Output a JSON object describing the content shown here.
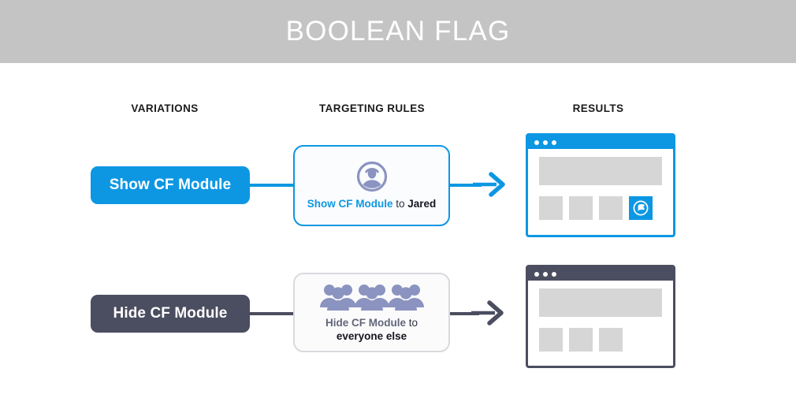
{
  "header": {
    "title": "BOOLEAN FLAG",
    "background_color": "#c4c4c4",
    "text_color": "#ffffff"
  },
  "columns": {
    "variations_label": "VARIATIONS",
    "targeting_label": "TARGETING RULES",
    "results_label": "RESULTS"
  },
  "colors": {
    "accent_blue": "#0d97e3",
    "dark_slate": "#4b4d60",
    "icon_purple": "#8b93c0",
    "placeholder_gray": "#d6d6d6",
    "header_gray": "#c4c4c4"
  },
  "rows": [
    {
      "variation": {
        "label": "Show CF Module",
        "color": "#0d97e3",
        "state": "on"
      },
      "rule": {
        "icon": "single-user-icon",
        "rule_value": "Show CF Module",
        "rule_connector": " to ",
        "rule_target": "Jared",
        "border_color": "#0d97e3"
      },
      "arrow": {
        "icon": "arrow-right-icon",
        "color": "#0d97e3"
      },
      "result": {
        "titlebar_color": "#0d97e3",
        "dot_count": 3,
        "tile_count": 4,
        "cf_module_visible": true,
        "cf_icon": "cf-flag-icon"
      }
    },
    {
      "variation": {
        "label": "Hide CF Module",
        "color": "#4b4d60",
        "state": "off"
      },
      "rule": {
        "icon": "crowd-of-people-icon",
        "rule_value": "Hide CF Module",
        "rule_connector": " to",
        "rule_target": "everyone else",
        "border_color": "#d9dade"
      },
      "arrow": {
        "icon": "arrow-right-icon",
        "color": "#4b4d60"
      },
      "result": {
        "titlebar_color": "#4b4d60",
        "dot_count": 3,
        "tile_count": 3,
        "cf_module_visible": false,
        "cf_icon": ""
      }
    }
  ]
}
